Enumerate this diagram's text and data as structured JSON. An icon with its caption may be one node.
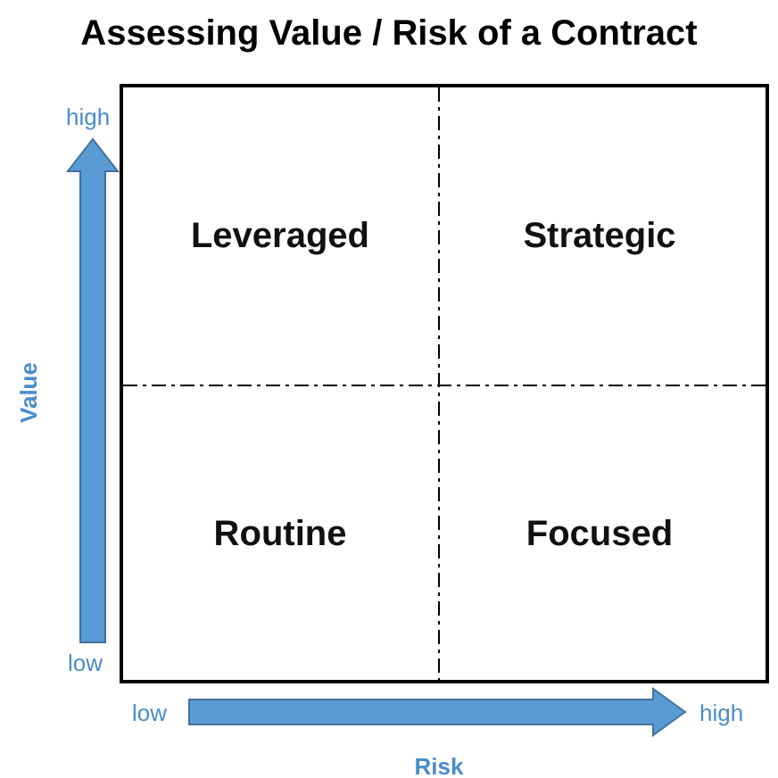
{
  "diagram": {
    "title": "Assessing Value / Risk of a Contract",
    "labels": [
      "high",
      "Leveraged",
      "Strategic",
      "Value",
      "Routine",
      "Focused",
      "low",
      "low",
      "high",
      "Risk"
    ]
  }
}
